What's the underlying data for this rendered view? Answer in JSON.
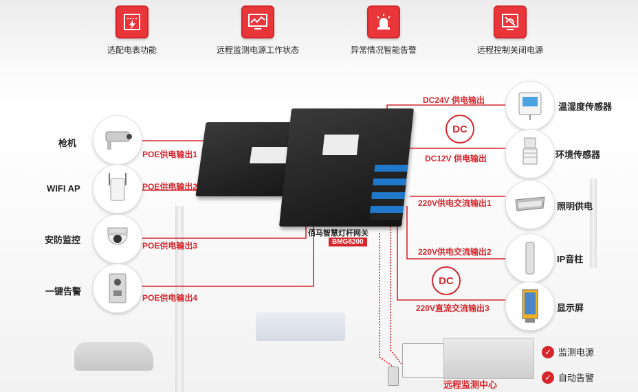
{
  "features": [
    {
      "label": "选配电表功能",
      "icon": "meter-icon"
    },
    {
      "label": "远程监测电源工作状态",
      "icon": "monitor-icon"
    },
    {
      "label": "异常情况智能告警",
      "icon": "alarm-icon"
    },
    {
      "label": "远程控制关闭电源",
      "icon": "remote-control-icon"
    }
  ],
  "left_devices": [
    {
      "name": "枪机",
      "port": "POE供电输出1",
      "icon": "bullet-camera-icon"
    },
    {
      "name": "WIFI AP",
      "port": "POE供电输出2",
      "icon": "wifi-ap-icon"
    },
    {
      "name": "安防监控",
      "port": "POE供电输出3",
      "icon": "dome-camera-icon"
    },
    {
      "name": "一键告警",
      "port": "POE供电输出4",
      "icon": "alarm-button-icon"
    }
  ],
  "right_devices": [
    {
      "name": "温湿度传感器",
      "port": "DC24V 供电输出",
      "icon": "humidity-sensor-icon"
    },
    {
      "name": "环境传感器",
      "port": "DC12V 供电输出",
      "icon": "environment-sensor-icon"
    },
    {
      "name": "照明供电",
      "port": "220V供电交流输出1",
      "icon": "lamp-icon"
    },
    {
      "name": "IP音柱",
      "port": "220V供电交流输出2",
      "icon": "speaker-column-icon"
    },
    {
      "name": "显示屏",
      "port": "220V直流交流输出3",
      "icon": "display-screen-icon"
    }
  ],
  "dc_badge": "DC",
  "gateway": {
    "name": "佰马智慧灯杆网关",
    "model": "BMG8200"
  },
  "monitor_center": "远程监测中心",
  "checks": [
    "监测电源",
    "自动告警"
  ],
  "colors": {
    "accent": "#d6262c"
  }
}
